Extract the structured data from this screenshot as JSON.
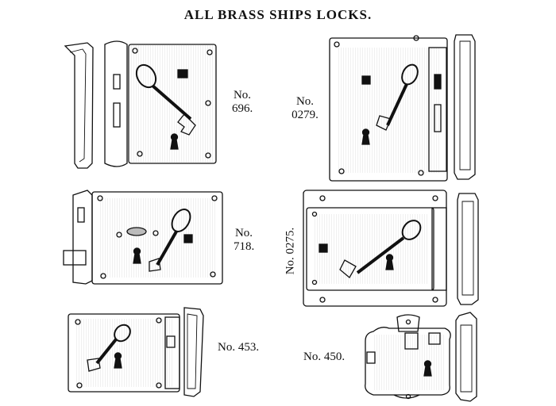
{
  "title": "ALL BRASS SHIPS LOCKS.",
  "locks": [
    {
      "no": "No.",
      "num": "696."
    },
    {
      "no": "No.",
      "num": "0279."
    },
    {
      "no": "No.",
      "num": "718."
    },
    {
      "no": "No.",
      "num": "0275."
    },
    {
      "no": "No.",
      "num": "453."
    },
    {
      "no": "No.",
      "num": "450."
    }
  ]
}
